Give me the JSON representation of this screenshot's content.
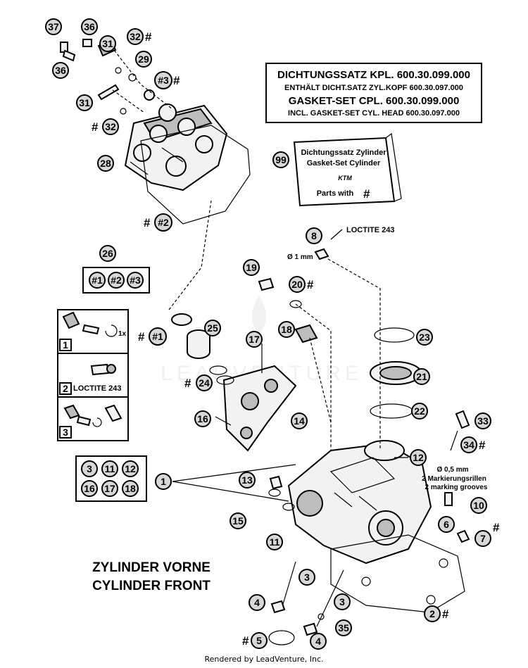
{
  "gasket_info": {
    "line1": "DICHTUNGSSATZ KPL. 600.30.099.000",
    "line2": "ENTHÄLT DICHT.SATZ ZYL.KOPF 600.30.097.000",
    "line3": "GASKET-SET CPL.          600.30.099.000",
    "line4": "INCL. GASKET-SET CYL. HEAD 600.30.097.000"
  },
  "kit_box": {
    "line1": "Dichtungssatz Zylinder",
    "line2": "Gasket-Set Cylinder",
    "logo": "KTM",
    "parts_with": "Parts with",
    "symbol": "#"
  },
  "callouts": {
    "c37": "37",
    "c36a": "36",
    "c36b": "36",
    "c31a": "31",
    "c31b": "31",
    "c32a": "32",
    "c32b": "32",
    "c29": "29",
    "c3hash": "#3",
    "c28": "28",
    "c2hash": "#2",
    "c26": "26",
    "k1": "#1",
    "k2": "#2",
    "k3": "#3",
    "c99": "99",
    "c8": "8",
    "c19": "19",
    "c20": "20",
    "c18": "18",
    "c23": "23",
    "c21": "21",
    "c22": "22",
    "c17": "17",
    "c25": "25",
    "c1hash": "#1",
    "c24": "24",
    "c16": "16",
    "c14": "14",
    "c33": "33",
    "c34": "34",
    "c12": "12",
    "c1": "1",
    "c13": "13",
    "c15": "15",
    "c10": "10",
    "c6": "6",
    "c7": "7",
    "c11": "11",
    "c3a": "3",
    "c3b": "3",
    "c4a": "4",
    "c4b": "4",
    "c2": "2",
    "c5": "5",
    "c35": "35",
    "g3": "3",
    "g11": "11",
    "g12": "12",
    "g16": "16",
    "g17": "17",
    "g18": "18"
  },
  "hash_symbol": "#",
  "loctite_top": "LOCTITE 243",
  "loctite_inset": "LOCTITE 243",
  "dia_1mm": "Ø 1 mm",
  "dia_05mm": "Ø 0,5 mm",
  "marking_de": "2 Markierungsrillen",
  "marking_en": "2 marking grooves",
  "inset_steps": [
    "1",
    "2",
    "3"
  ],
  "inset_1x": "1x",
  "title_de": "ZYLINDER VORNE",
  "title_en": "CYLINDER FRONT",
  "watermark": "LEADVENTURE",
  "footer": "Rendered by LeadVenture, Inc."
}
